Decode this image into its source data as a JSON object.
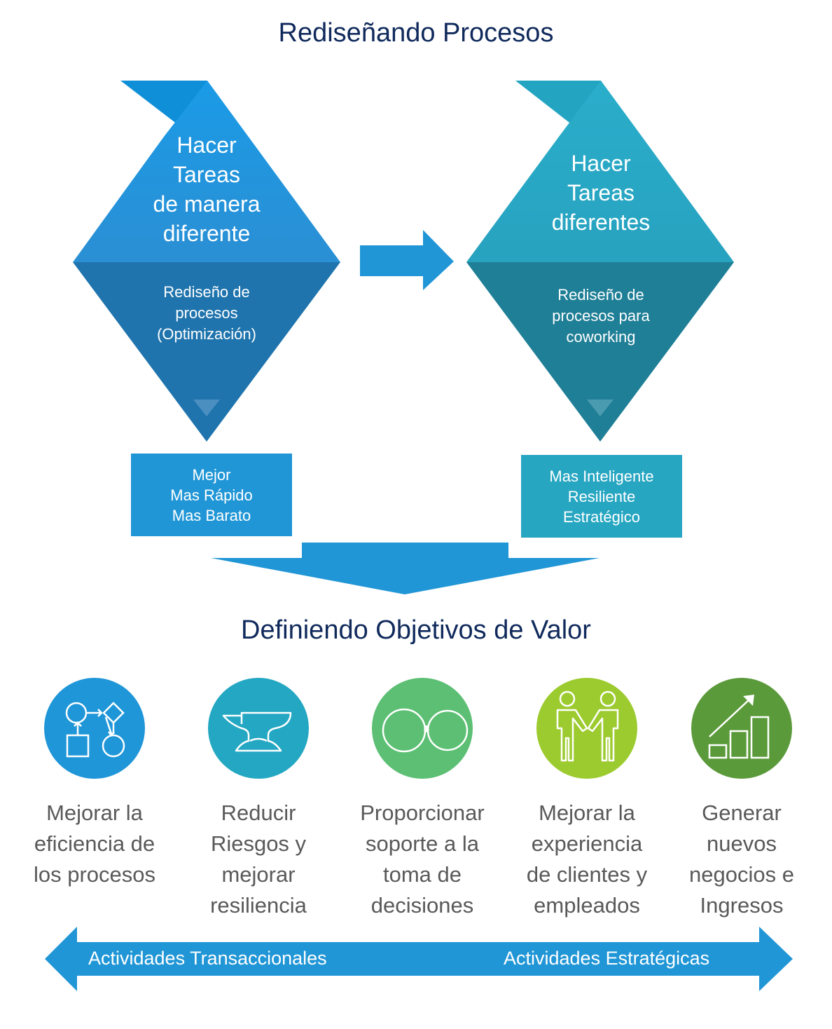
{
  "title_top": "Rediseñando Procesos",
  "left_diamond": {
    "top_lines": [
      "Hacer",
      "Tareas",
      "de manera",
      "diferente"
    ],
    "bottom_lines": [
      "Rediseño de",
      "procesos",
      "(Optimización)"
    ]
  },
  "right_diamond": {
    "top_lines": [
      "Hacer",
      "Tareas",
      "diferentes"
    ],
    "bottom_lines": [
      "Rediseño de",
      "procesos para",
      "coworking"
    ]
  },
  "left_box_lines": [
    "Mejor",
    "Mas Rápido",
    "Mas Barato"
  ],
  "right_box_lines": [
    "Mas Inteligente",
    "Resiliente",
    "Estratégico"
  ],
  "title_bottom": "Definiendo Objetivos de Valor",
  "objectives": [
    {
      "icon": "process-flow-icon",
      "color": "#1f96d8",
      "lines": [
        "Mejorar la",
        "eficiencia de",
        "los procesos"
      ]
    },
    {
      "icon": "anvil-icon",
      "color": "#23a7c2",
      "lines": [
        "Reducir",
        "Riesgos y",
        "mejorar",
        "resiliencia"
      ]
    },
    {
      "icon": "glasses-icon",
      "color": "#5cbf73",
      "lines": [
        "Proporcionar",
        "soporte a la",
        "toma de",
        "decisiones"
      ]
    },
    {
      "icon": "handshake-icon",
      "color": "#9ccb2f",
      "lines": [
        "Mejorar la",
        "experiencia",
        "de clientes y",
        "empleados"
      ]
    },
    {
      "icon": "growth-chart-icon",
      "color": "#5b9a3a",
      "lines": [
        "Generar",
        "nuevos",
        "negocios e",
        "Ingresos"
      ]
    }
  ],
  "arrow_left_label": "Actividades Transaccionales",
  "arrow_right_label": "Actividades Estratégicas",
  "colors": {
    "title": "#102a5c",
    "blue_top": "#2a9ee0",
    "blue_bottom": "#1f74ad",
    "teal_top": "#28a9c5",
    "teal_bottom": "#1f7f96",
    "arrow": "#2196d6",
    "caption": "#595959"
  }
}
